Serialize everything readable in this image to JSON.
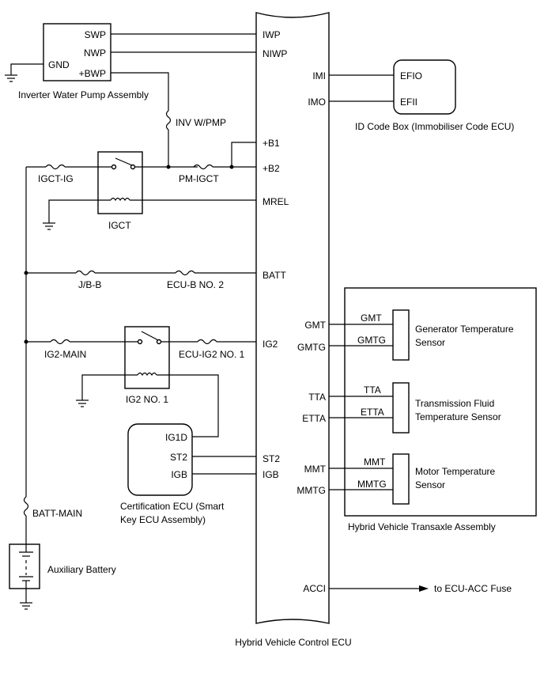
{
  "inverter_pump": {
    "name": "Inverter Water Pump Assembly",
    "pins": {
      "swp": "SWP",
      "nwp": "NWP",
      "gnd": "GND",
      "bwp": "+BWP"
    }
  },
  "hv_ecu": {
    "name": "Hybrid Vehicle Control ECU",
    "pins": {
      "iwp": "IWP",
      "niwp": "NIWP",
      "imi": "IMI",
      "imo": "IMO",
      "b1": "+B1",
      "b2": "+B2",
      "mrel": "MREL",
      "batt": "BATT",
      "ig2": "IG2",
      "gmt": "GMT",
      "gmtg": "GMTG",
      "tta": "TTA",
      "etta": "ETTA",
      "mmt": "MMT",
      "mmtg": "MMTG",
      "st2": "ST2",
      "igb": "IGB",
      "acci": "ACCI"
    }
  },
  "id_code_box": {
    "name": "ID Code Box (Immobiliser Code ECU)",
    "pins": {
      "efio": "EFIO",
      "efii": "EFII"
    }
  },
  "fuses": {
    "inv_wpmp": "INV W/PMP",
    "igct_ig": "IGCT-IG",
    "pm_igct": "PM-IGCT",
    "jb_b": "J/B-B",
    "ecu_b_no2": "ECU-B NO. 2",
    "ig2_main": "IG2-MAIN",
    "ecu_ig2_no1": "ECU-IG2 NO. 1",
    "batt_main": "BATT-MAIN"
  },
  "relays": {
    "igct": "IGCT",
    "ig2_no1": "IG2 NO. 1"
  },
  "certification_ecu": {
    "name_line1": "Certification ECU (Smart",
    "name_line2": "Key ECU Assembly)",
    "pins": {
      "ig1d": "IG1D",
      "st2": "ST2",
      "igb": "IGB"
    }
  },
  "transaxle": {
    "name": "Hybrid Vehicle Transaxle Assembly",
    "generator_sensor": {
      "line1": "Generator Temperature",
      "line2": "Sensor",
      "pin1": "GMT",
      "pin2": "GMTG"
    },
    "fluid_sensor": {
      "line1": "Transmission Fluid",
      "line2": "Temperature Sensor",
      "pin1": "TTA",
      "pin2": "ETTA"
    },
    "motor_sensor": {
      "line1": "Motor Temperature",
      "line2": "Sensor",
      "pin1": "MMT",
      "pin2": "MMTG"
    }
  },
  "battery": {
    "name": "Auxiliary Battery"
  },
  "acc_output": {
    "label": "to ECU-ACC Fuse"
  }
}
